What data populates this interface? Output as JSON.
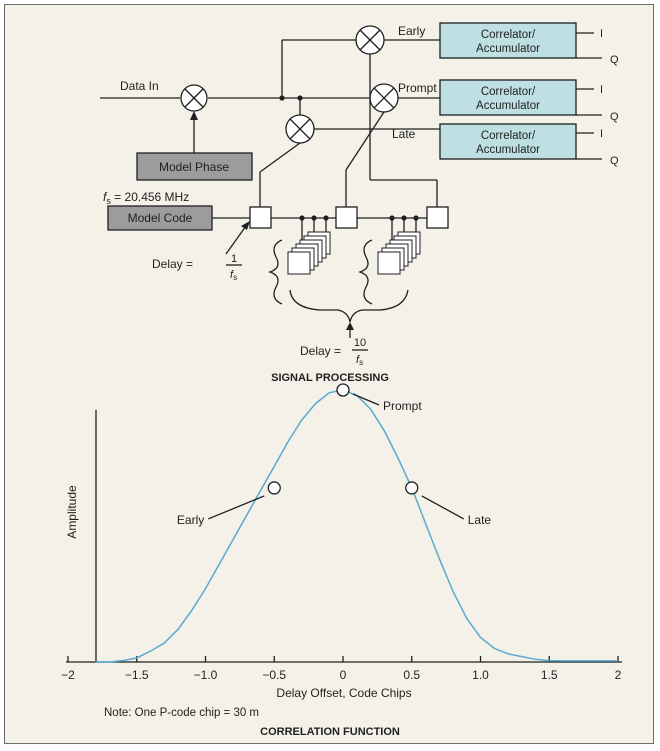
{
  "diagram": {
    "data_in": "Data In",
    "model_phase": "Model Phase",
    "model_code": "Model Code",
    "fs_symbol": "f",
    "fs_sub": "s",
    "fs_value": " = 20.456 MHz",
    "early": "Early",
    "prompt": "Prompt",
    "late": "Late",
    "correlator_line1": "Correlator/",
    "correlator_line2": "Accumulator",
    "out_i": "I",
    "out_q": "Q",
    "delay_label": "Delay = ",
    "delay1_num": "1",
    "delay10_num": "10",
    "delay_den": "f",
    "delay_den_sub": "s",
    "section_title": "SIGNAL PROCESSING"
  },
  "chart_data": {
    "type": "line",
    "title": "CORRELATION FUNCTION",
    "xlabel": "Delay Offset, Code Chips",
    "ylabel": "Amplitude",
    "xlim": [
      -2,
      2
    ],
    "ylim": [
      0,
      1
    ],
    "x_ticks": [
      "−2",
      "−1.5",
      "−1.0",
      "−0.5",
      "0",
      "0.5",
      "1.0",
      "1.5",
      "2"
    ],
    "x_tick_values": [
      -2,
      -1.5,
      -1.0,
      -0.5,
      0,
      0.5,
      1.0,
      1.5,
      2
    ],
    "series": [
      {
        "color": "#5aa9cf",
        "x": [
          -1.8,
          -1.7,
          -1.6,
          -1.5,
          -1.4,
          -1.3,
          -1.2,
          -1.1,
          -1.0,
          -0.9,
          -0.8,
          -0.7,
          -0.6,
          -0.5,
          -0.4,
          -0.3,
          -0.2,
          -0.1,
          0.0,
          0.1,
          0.2,
          0.3,
          0.4,
          0.5,
          0.6,
          0.7,
          0.8,
          0.9,
          1.0,
          1.1,
          1.2,
          1.3,
          1.4,
          1.5,
          1.6,
          1.7,
          1.8,
          1.9,
          2.0
        ],
        "y": [
          0.0,
          0.0,
          0.005,
          0.015,
          0.04,
          0.07,
          0.12,
          0.19,
          0.27,
          0.36,
          0.45,
          0.54,
          0.63,
          0.72,
          0.81,
          0.89,
          0.95,
          0.99,
          1.0,
          0.98,
          0.93,
          0.85,
          0.75,
          0.64,
          0.51,
          0.38,
          0.26,
          0.16,
          0.09,
          0.05,
          0.03,
          0.02,
          0.01,
          0.005,
          0.004,
          0.004,
          0.004,
          0.004,
          0.004
        ]
      }
    ],
    "markers": [
      {
        "label": "Early",
        "x": -0.5,
        "y": 0.64
      },
      {
        "label": "Prompt",
        "x": 0.0,
        "y": 1.0
      },
      {
        "label": "Late",
        "x": 0.5,
        "y": 0.64
      }
    ],
    "note": "Note: One P-code chip = 30 m"
  }
}
